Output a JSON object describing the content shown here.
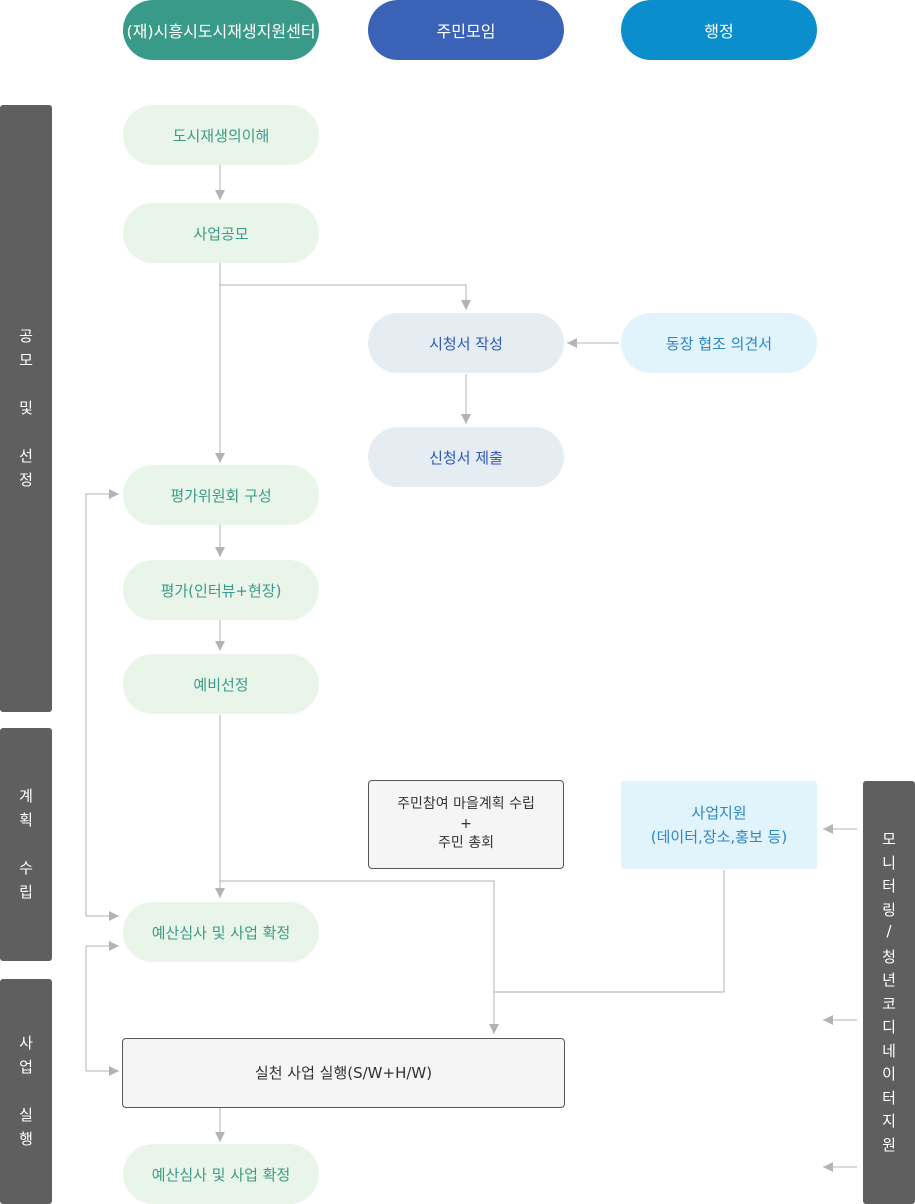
{
  "headers": [
    {
      "label": "(재)시흥시도시재생지원센터",
      "color": "#3a9a8a"
    },
    {
      "label": "주민모임",
      "color": "#3a63b8"
    },
    {
      "label": "행정",
      "color": "#0a8fcc"
    }
  ],
  "stages": {
    "selection": [
      "공",
      "모",
      "",
      "및",
      "",
      "선",
      "정"
    ],
    "planning": [
      "계",
      "획",
      "",
      "수",
      "립"
    ],
    "execution": [
      "사",
      "업",
      "",
      "실",
      "행"
    ],
    "monitoring": [
      "모",
      "니",
      "터",
      "링",
      "/",
      "청",
      "년",
      "코",
      "디",
      "네",
      "이",
      "터",
      "지",
      "원"
    ]
  },
  "nodes": {
    "understanding": "도시재생의이해",
    "contest": "사업공모",
    "application_write": "시청서 작성",
    "dong_opinion": "동장 협조 의견서",
    "application_submit": "신청서 제출",
    "committee": "평가위원회 구성",
    "evaluation": "평가(인터뷰+현장)",
    "preselection": "예비선정",
    "village_plan_line1": "주민참여 마을계획 수립",
    "village_plan_line2": "+",
    "village_plan_line3": "주민 총회",
    "support_line1": "사업지원",
    "support_line2": "(데이터,장소,홍보 등)",
    "budget_review_1": "예산심사 및 사업 확정",
    "execution": "실천 사업 실행(S/W+H/W)",
    "budget_review_2": "예산심사 및 사업 확정"
  },
  "colors": {
    "line": "#b3b3b3",
    "stage_bar": "#5f5f5f"
  }
}
